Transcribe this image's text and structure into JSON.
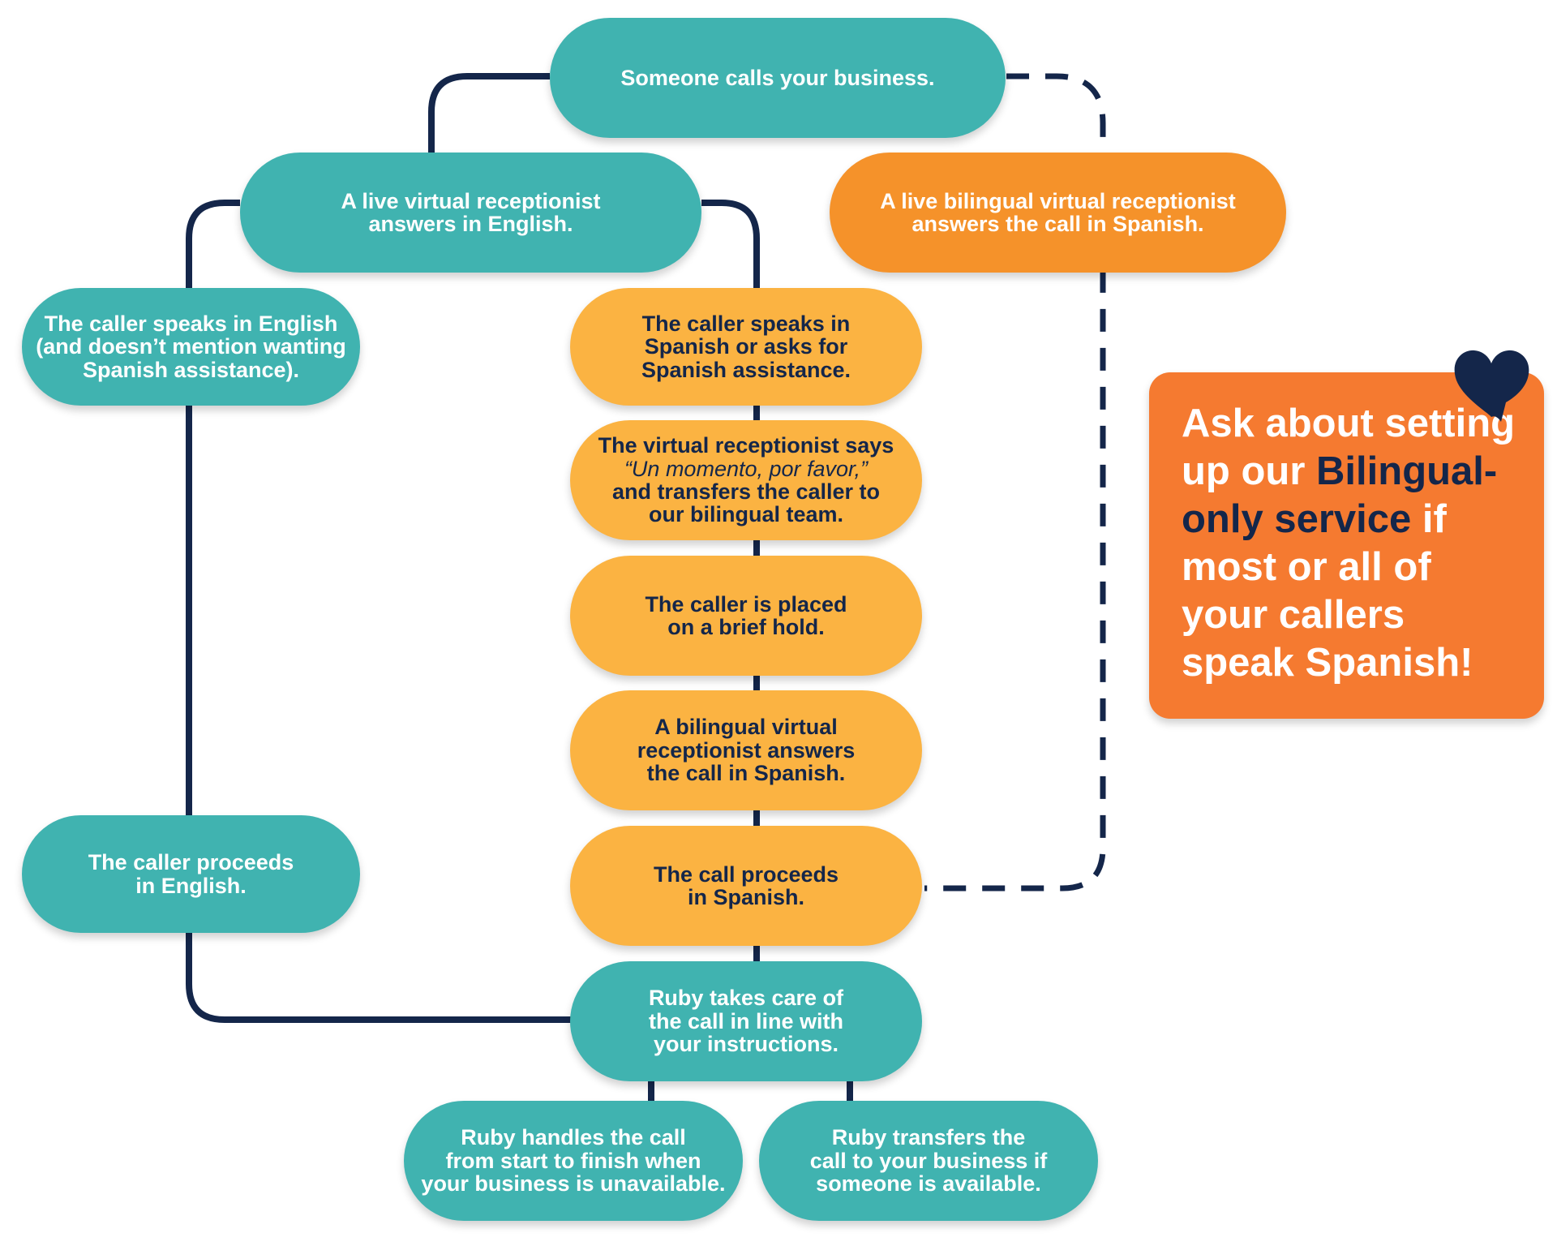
{
  "colors": {
    "teal": "#40b3b0",
    "orange": "#f5922a",
    "yellow": "#fbb342",
    "promo_orange": "#f57a30",
    "navy": "#14264a"
  },
  "nodes": {
    "start": {
      "lines": [
        "Someone calls your business."
      ]
    },
    "english_answer": {
      "lines": [
        "A live virtual receptionist",
        "answers in English."
      ]
    },
    "spanish_answer": {
      "lines": [
        "A live bilingual virtual receptionist",
        "answers the call in Spanish."
      ]
    },
    "speaks_english": {
      "lines": [
        "The caller speaks in English",
        "(and doesn’t mention wanting",
        "Spanish assistance)."
      ]
    },
    "speaks_spanish": {
      "lines": [
        "The caller speaks in",
        "Spanish or asks for",
        "Spanish assistance."
      ]
    },
    "transfer": {
      "line1": "The virtual receptionist says",
      "quote": "“Un momento, por favor,”",
      "line3": "and transfers the caller to",
      "line4": "our bilingual team."
    },
    "hold": {
      "lines": [
        "The caller is placed",
        "on a brief hold."
      ]
    },
    "bilingual_answers": {
      "lines": [
        "A bilingual virtual",
        "receptionist answers",
        "the call in Spanish."
      ]
    },
    "proceeds_english": {
      "lines": [
        "The caller proceeds",
        "in English."
      ]
    },
    "proceeds_spanish": {
      "lines": [
        "The call proceeds",
        "in Spanish."
      ]
    },
    "ruby_takes_care": {
      "lines": [
        "Ruby takes care of",
        "the call in line with",
        "your instructions."
      ]
    },
    "ruby_handles": {
      "lines": [
        "Ruby handles the call",
        "from start to finish when",
        "your business is unavailable."
      ]
    },
    "ruby_transfers": {
      "lines": [
        "Ruby transfers the",
        "call to your business if",
        "someone is available."
      ]
    }
  },
  "promo": {
    "part1": "Ask about setting up our",
    "highlight": "Bilingual-only service",
    "part2": "if most or all of your callers speak Spanish!",
    "icon": "heart-speech-bubble-icon"
  }
}
